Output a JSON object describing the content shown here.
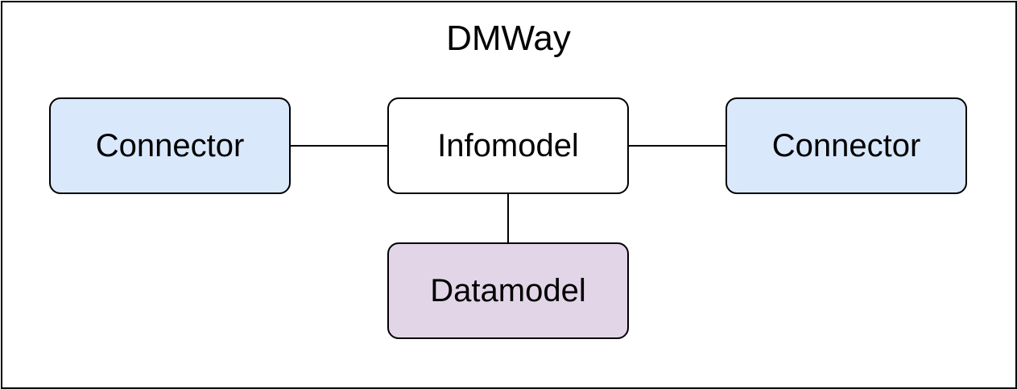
{
  "diagram": {
    "title": "DMWay",
    "nodes": [
      {
        "id": "connector-left",
        "label": "Connector",
        "fill": "#dae8fc"
      },
      {
        "id": "infomodel",
        "label": "Infomodel",
        "fill": "#ffffff"
      },
      {
        "id": "connector-right",
        "label": "Connector",
        "fill": "#dae8fc"
      },
      {
        "id": "datamodel",
        "label": "Datamodel",
        "fill": "#e1d5e7"
      }
    ],
    "edges": [
      {
        "from": "connector-left",
        "to": "infomodel"
      },
      {
        "from": "infomodel",
        "to": "connector-right"
      },
      {
        "from": "infomodel",
        "to": "datamodel"
      }
    ],
    "stroke_color": "#000000"
  }
}
